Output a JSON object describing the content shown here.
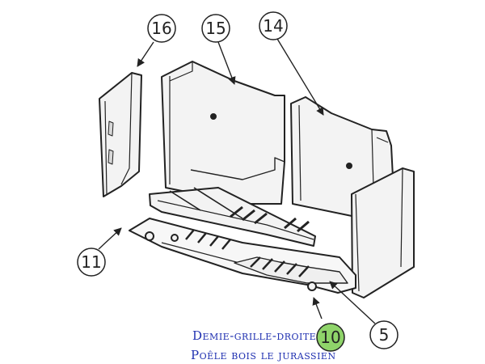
{
  "callouts": [
    {
      "id": "c16",
      "label": "16"
    },
    {
      "id": "c15",
      "label": "15"
    },
    {
      "id": "c14",
      "label": "14"
    },
    {
      "id": "c11",
      "label": "11"
    },
    {
      "id": "c10",
      "label": "10",
      "highlight": true
    },
    {
      "id": "c5",
      "label": "5"
    }
  ],
  "caption": {
    "line1": "Demie-grille-droite",
    "line2": "Poêle bois le jurassien"
  },
  "colors": {
    "line": "#222222",
    "panel_fill": "#f3f3f3",
    "panel_shade": "#d8d8d8",
    "highlight_fill": "#8fd46a",
    "caption": "#1e2fb0"
  }
}
